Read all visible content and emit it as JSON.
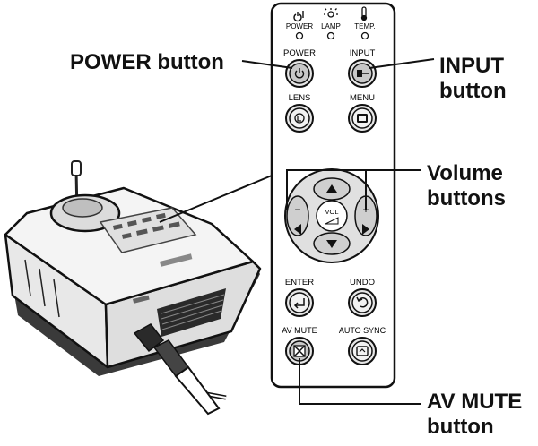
{
  "callouts": {
    "power": [
      "POWER button"
    ],
    "input": [
      "INPUT",
      "button"
    ],
    "volume": [
      "Volume",
      "buttons"
    ],
    "av_mute": [
      "AV MUTE",
      "button"
    ]
  },
  "remote": {
    "indicators": [
      "POWER",
      "LAMP",
      "TEMP."
    ],
    "buttons": {
      "power": "POWER",
      "input": "INPUT",
      "lens": "LENS",
      "menu": "MENU",
      "enter": "ENTER",
      "undo": "UNDO",
      "av_mute": "AV MUTE",
      "auto_sync": "AUTO SYNC"
    },
    "pad": {
      "center": "VOL",
      "minus": "−",
      "plus": "+"
    }
  },
  "colors": {
    "ink": "#111111",
    "button_ring": "#9a9a9a",
    "button_fill": "#e6e6e6",
    "projector_body": "#f2f2f2"
  }
}
